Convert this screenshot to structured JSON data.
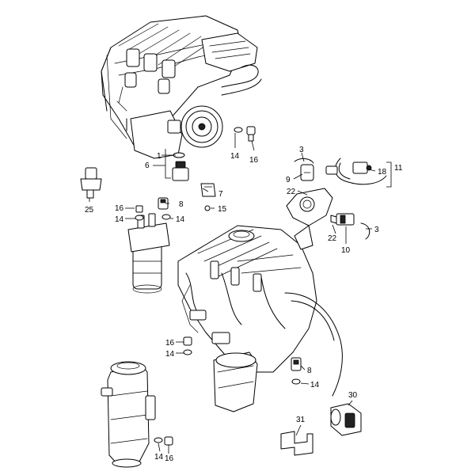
{
  "callouts": {
    "c1": "1",
    "c3a": "3",
    "c3b": "3",
    "c6": "6",
    "c7": "7",
    "c8a": "8",
    "c8b": "8",
    "c9": "9",
    "c10": "10",
    "c11": "11",
    "c14a": "14",
    "c14b": "14",
    "c14c": "14",
    "c14d": "14",
    "c14e": "14",
    "c14f": "14",
    "c15": "15",
    "c16a": "16",
    "c16b": "16",
    "c16c": "16",
    "c16d": "16",
    "c18": "18",
    "c22a": "22",
    "c22b": "22",
    "c25": "25",
    "c30": "30",
    "c31": "31"
  }
}
